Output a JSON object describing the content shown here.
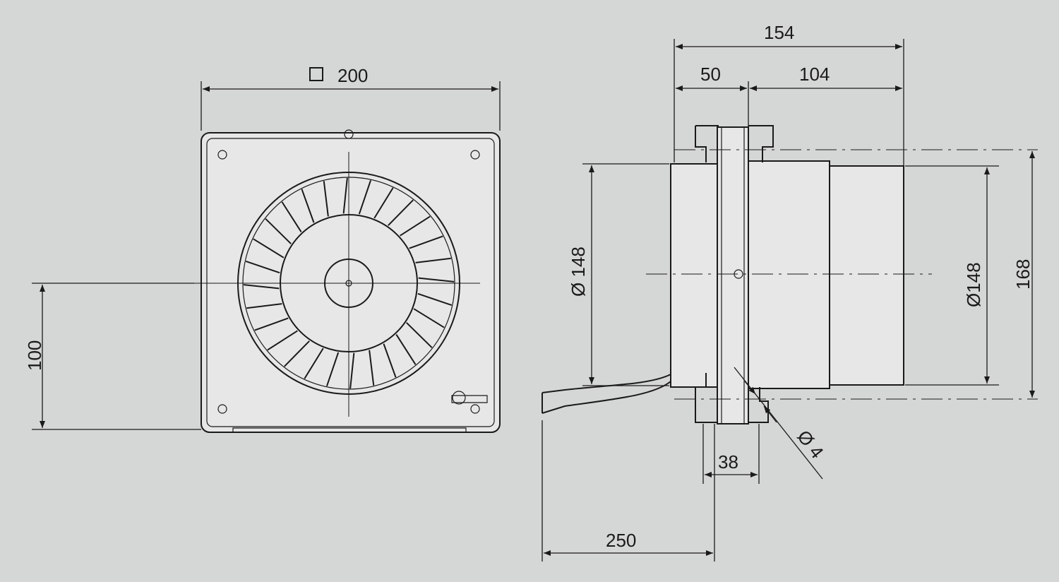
{
  "drawing": {
    "front_view": {
      "width_label": "200",
      "width_symbol": "square",
      "height_to_center_label": "100"
    },
    "side_view": {
      "overall_depth_label": "154",
      "front_part_label": "50",
      "rear_part_label": "104",
      "inlet_diameter_label": "Ø 148",
      "outlet_diameter_label": "Ø148",
      "mount_height_label": "168",
      "flange_thickness_label": "38",
      "cable_length_label": "250",
      "hole_diameter_label": "Ø 4"
    },
    "colors": {
      "background": "#d5d7d6",
      "line": "#1a1a1a"
    }
  }
}
